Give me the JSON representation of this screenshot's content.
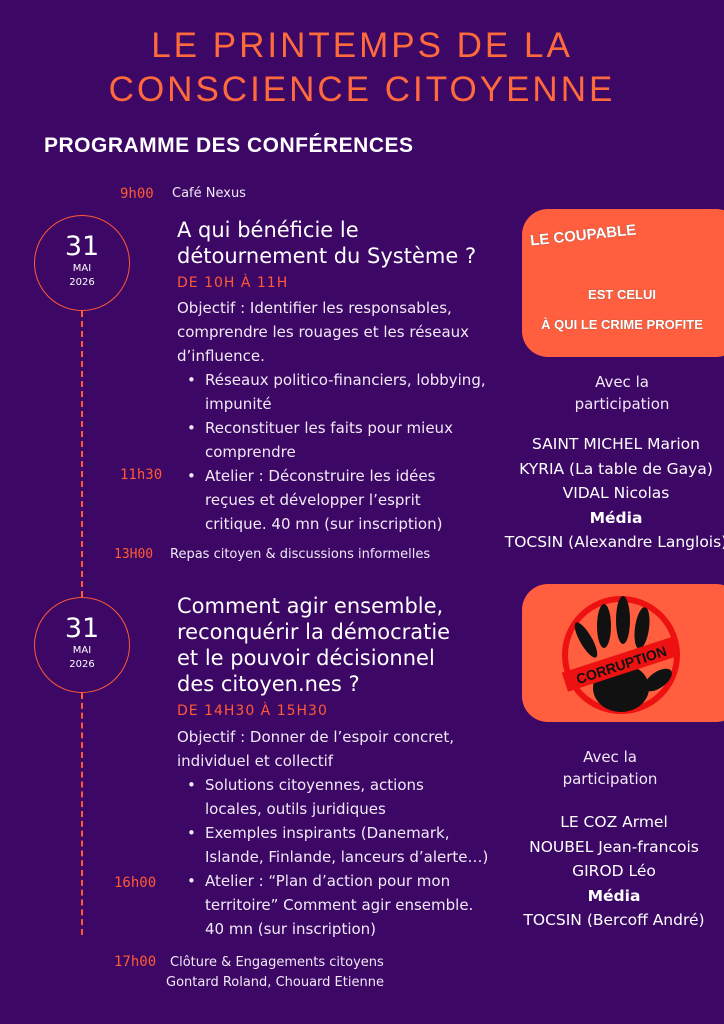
{
  "header": {
    "title_line1": "LE PRINTEMPS DE LA",
    "title_line2": "CONSCIENCE CITOYENNE",
    "subtitle": "PROGRAMME DES CONFÉRENCES"
  },
  "intro": {
    "time": "9h00",
    "label": "Café Nexus"
  },
  "session1": {
    "date_day": "31",
    "date_month": "MAI",
    "date_year": "2026",
    "title_line1": "A qui bénéficie le",
    "title_line2": "détournement du Système ?",
    "hours": "DE 10H À 11H",
    "objective": "Objectif : Identifier les responsables, comprendre les rouages et les réseaux d’influence.",
    "bullets": [
      "Réseaux politico-financiers, lobbying, impunité",
      "Reconstituer les faits pour mieux comprendre",
      "Atelier : Déconstruire les idées reçues et développer l’esprit critique. 40 mn (sur inscription)"
    ],
    "workshop_time": "11h30",
    "poster": {
      "line1": "LE COUPABLE",
      "line2": "EST CELUI",
      "line3": "À QUI LE CRIME PROFITE"
    },
    "participation_line1": "Avec la",
    "participation_line2": "participation",
    "names": [
      "SAINT MICHEL Marion",
      "KYRIA (La table de Gaya)",
      "VIDAL Nicolas"
    ],
    "media_label": "Média",
    "media": "TOCSIN (Alexandre Langlois)"
  },
  "lunch": {
    "time": "13H00",
    "label": "Repas citoyen & discussions informelles"
  },
  "session2": {
    "date_day": "31",
    "date_month": "MAI",
    "date_year": "2026",
    "title_lines": [
      "Comment agir ensemble,",
      "reconquérir la démocratie",
      "et le pouvoir décisionnel",
      "des citoyen.nes ?"
    ],
    "hours": "DE 14H30 À 15H30",
    "objective": "Objectif : Donner de l’espoir concret, individuel et collectif",
    "bullets": [
      "Solutions citoyennes, actions locales, outils juridiques",
      "Exemples inspirants (Danemark, Islande, Finlande, lanceurs d’alerte…)",
      "Atelier : “Plan d’action pour mon territoire” Comment agir ensemble. 40 mn (sur inscription)"
    ],
    "workshop_time": "16h00",
    "poster": {
      "label": "CORRUPTION"
    },
    "participation_line1": "Avec la",
    "participation_line2": "participation",
    "names": [
      "LE COZ Armel",
      "NOUBEL Jean-francois",
      "GIROD Léo"
    ],
    "media_label": "Média",
    "media": "TOCSIN (Bercoff André)"
  },
  "closing": {
    "time": "17h00",
    "label": "Clôture & Engagements citoyens",
    "speakers": "Gontard Roland, Chouard Etienne"
  }
}
